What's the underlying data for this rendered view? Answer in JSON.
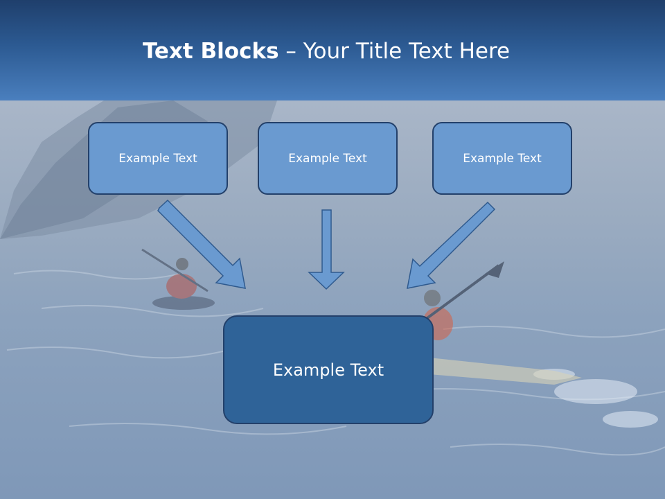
{
  "slide": {
    "title_bold": "Text Blocks",
    "title_rest": " – Your Title Text Here"
  },
  "blocks": {
    "top_left": "Example Text",
    "top_center": "Example Text",
    "top_right": "Example Text",
    "bottom": "Example Text"
  },
  "colors": {
    "header": "#2c5a92",
    "small_box": "#6a9ad0",
    "big_box": "#2f6398",
    "border": "#23406a",
    "arrow": "#6a9ad0"
  }
}
